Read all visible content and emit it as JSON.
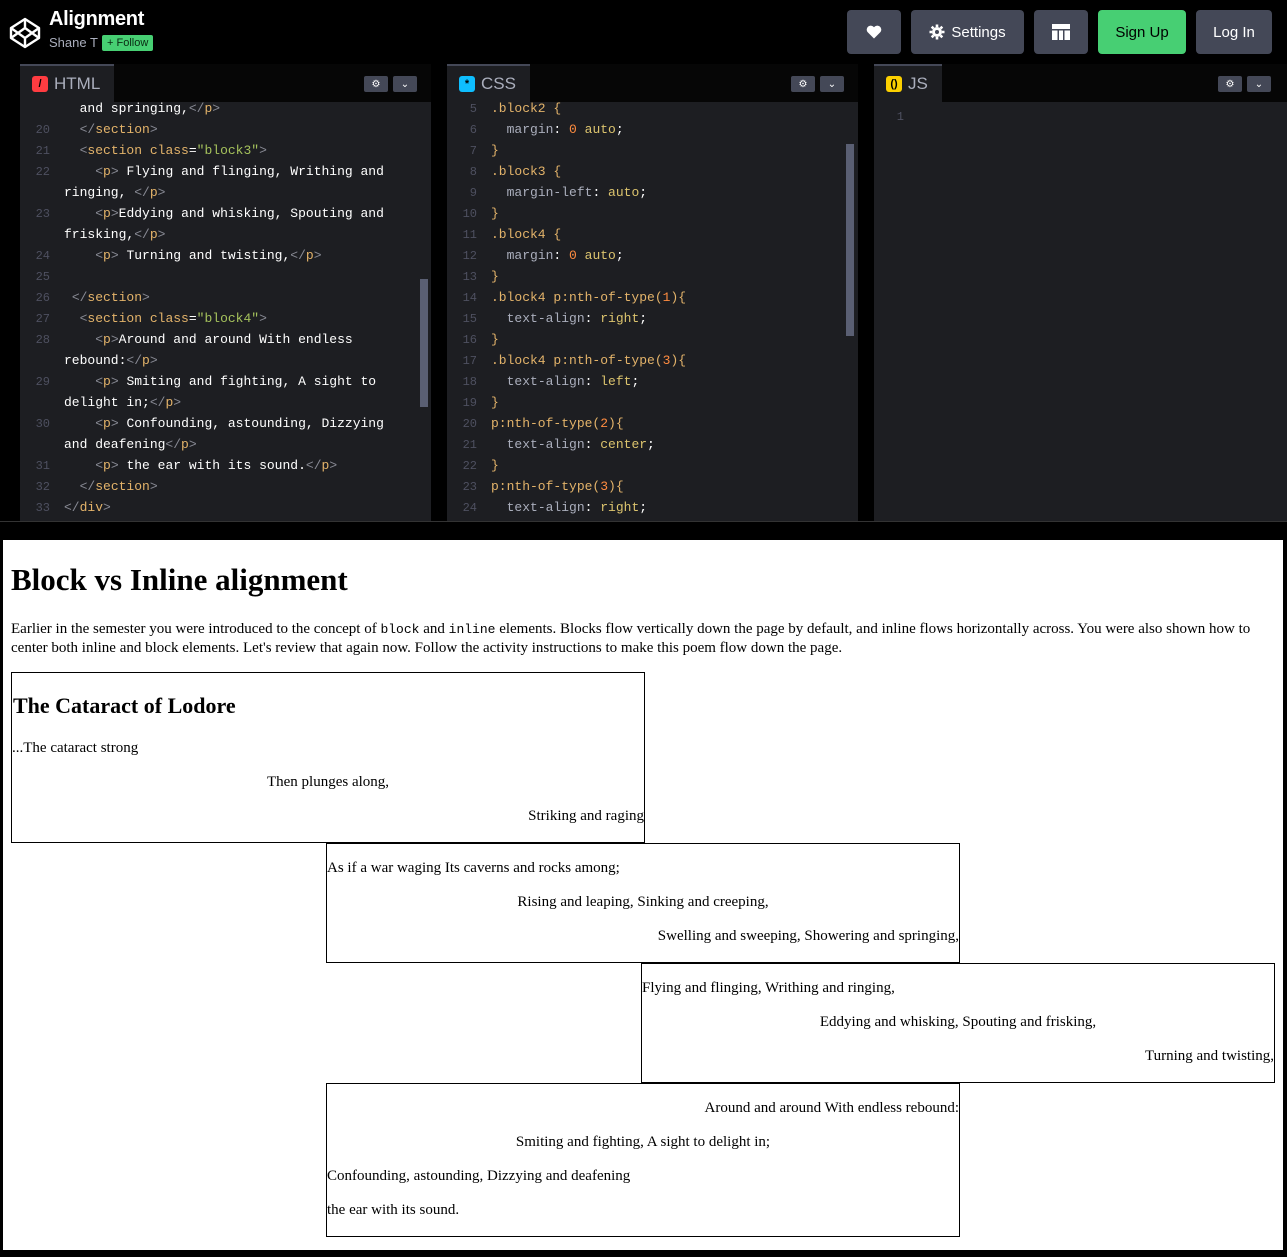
{
  "header": {
    "title": "Alignment",
    "author": "Shane T",
    "follow_label": "+ Follow",
    "settings_label": "Settings",
    "signup_label": "Sign Up",
    "login_label": "Log In"
  },
  "editors": {
    "html": {
      "label": "HTML",
      "lines": [
        {
          "n": "",
          "t": "  and springing,</p>"
        },
        {
          "n": "20",
          "t": "  </section>"
        },
        {
          "n": "21",
          "t": "  <section class=\"block3\">"
        },
        {
          "n": "22",
          "t": "    <p> Flying and flinging, Writhing and"
        },
        {
          "n": "",
          "t": "ringing, </p>"
        },
        {
          "n": "23",
          "t": "    <p>Eddying and whisking, Spouting and"
        },
        {
          "n": "",
          "t": "frisking,</p>"
        },
        {
          "n": "24",
          "t": "    <p> Turning and twisting,</p>"
        },
        {
          "n": "25",
          "t": ""
        },
        {
          "n": "26",
          "t": " </section>"
        },
        {
          "n": "27",
          "t": "  <section class=\"block4\">"
        },
        {
          "n": "28",
          "t": "    <p>Around and around With endless"
        },
        {
          "n": "",
          "t": "rebound:</p>"
        },
        {
          "n": "29",
          "t": "    <p> Smiting and fighting, A sight to"
        },
        {
          "n": "",
          "t": "delight in;</p>"
        },
        {
          "n": "30",
          "t": "    <p> Confounding, astounding, Dizzying"
        },
        {
          "n": "",
          "t": "and deafening</p>"
        },
        {
          "n": "31",
          "t": "    <p> the ear with its sound.</p>"
        },
        {
          "n": "32",
          "t": "  </section>"
        },
        {
          "n": "33",
          "t": "</div>"
        }
      ]
    },
    "css": {
      "label": "CSS",
      "lines": [
        {
          "n": "5",
          "t": ".block2 {"
        },
        {
          "n": "6",
          "t": "  margin: 0 auto;"
        },
        {
          "n": "7",
          "t": "}"
        },
        {
          "n": "8",
          "t": ".block3 {"
        },
        {
          "n": "9",
          "t": "  margin-left: auto;"
        },
        {
          "n": "10",
          "t": "}"
        },
        {
          "n": "11",
          "t": ".block4 {"
        },
        {
          "n": "12",
          "t": "  margin: 0 auto;"
        },
        {
          "n": "13",
          "t": "}"
        },
        {
          "n": "14",
          "t": ".block4 p:nth-of-type(1){"
        },
        {
          "n": "15",
          "t": "  text-align: right;"
        },
        {
          "n": "16",
          "t": "}"
        },
        {
          "n": "17",
          "t": ".block4 p:nth-of-type(3){"
        },
        {
          "n": "18",
          "t": "  text-align: left;"
        },
        {
          "n": "19",
          "t": "}"
        },
        {
          "n": "20",
          "t": "p:nth-of-type(2){"
        },
        {
          "n": "21",
          "t": "  text-align: center;"
        },
        {
          "n": "22",
          "t": "}"
        },
        {
          "n": "23",
          "t": "p:nth-of-type(3){"
        },
        {
          "n": "24",
          "t": "  text-align: right;"
        }
      ]
    },
    "js": {
      "label": "JS",
      "lines": [
        {
          "n": "1",
          "t": ""
        }
      ]
    }
  },
  "preview": {
    "heading": "Block vs Inline alignment",
    "intro_a": "Earlier in the semester you were introduced to the concept of ",
    "intro_code1": "block",
    "intro_b": " and ",
    "intro_code2": "inline",
    "intro_c": " elements. Blocks flow vertically down the page by default, and inline flows horizontally across. You were also shown how to center both inline and block elements. Let's review that again now. Follow the activity instructions to make this poem flow down the page.",
    "poem_title": "The Cataract of Lodore",
    "blocks": [
      [
        "...The cataract strong",
        "Then plunges along,",
        "Striking and raging"
      ],
      [
        "As if a war waging Its caverns and rocks among;",
        "Rising and leaping, Sinking and creeping,",
        "Swelling and sweeping, Showering and springing,"
      ],
      [
        "Flying and flinging, Writhing and ringing,",
        "Eddying and whisking, Spouting and frisking,",
        "Turning and twisting,"
      ],
      [
        "Around and around With endless rebound:",
        "Smiting and fighting, A sight to delight in;",
        "Confounding, astounding, Dizzying and deafening",
        "the ear with its sound."
      ]
    ]
  }
}
